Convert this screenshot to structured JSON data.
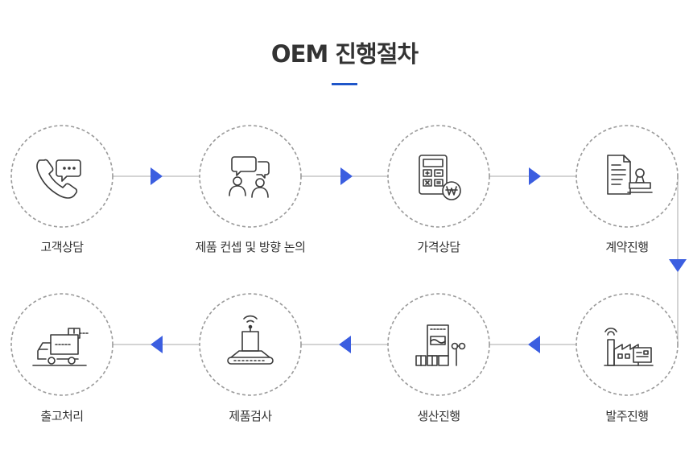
{
  "title": "OEM 진행절차",
  "colors": {
    "accent": "#1f56c9",
    "arrow": "#3b5ee0",
    "circle_border": "#9a9a9a",
    "connector": "#aaaaaa",
    "icon": "#3a3a3a"
  },
  "steps": [
    {
      "label": "고객상담",
      "icon": "phone-chat-icon"
    },
    {
      "label": "제품 컨셉 및 방향 논의",
      "icon": "people-discussion-icon"
    },
    {
      "label": "가격상담",
      "icon": "calculator-won-icon"
    },
    {
      "label": "계약진행",
      "icon": "contract-stamp-icon"
    },
    {
      "label": "발주진행",
      "icon": "factory-order-icon"
    },
    {
      "label": "생산진행",
      "icon": "production-machine-icon"
    },
    {
      "label": "제품검사",
      "icon": "inspection-conveyor-icon"
    },
    {
      "label": "출고처리",
      "icon": "delivery-truck-icon"
    }
  ]
}
